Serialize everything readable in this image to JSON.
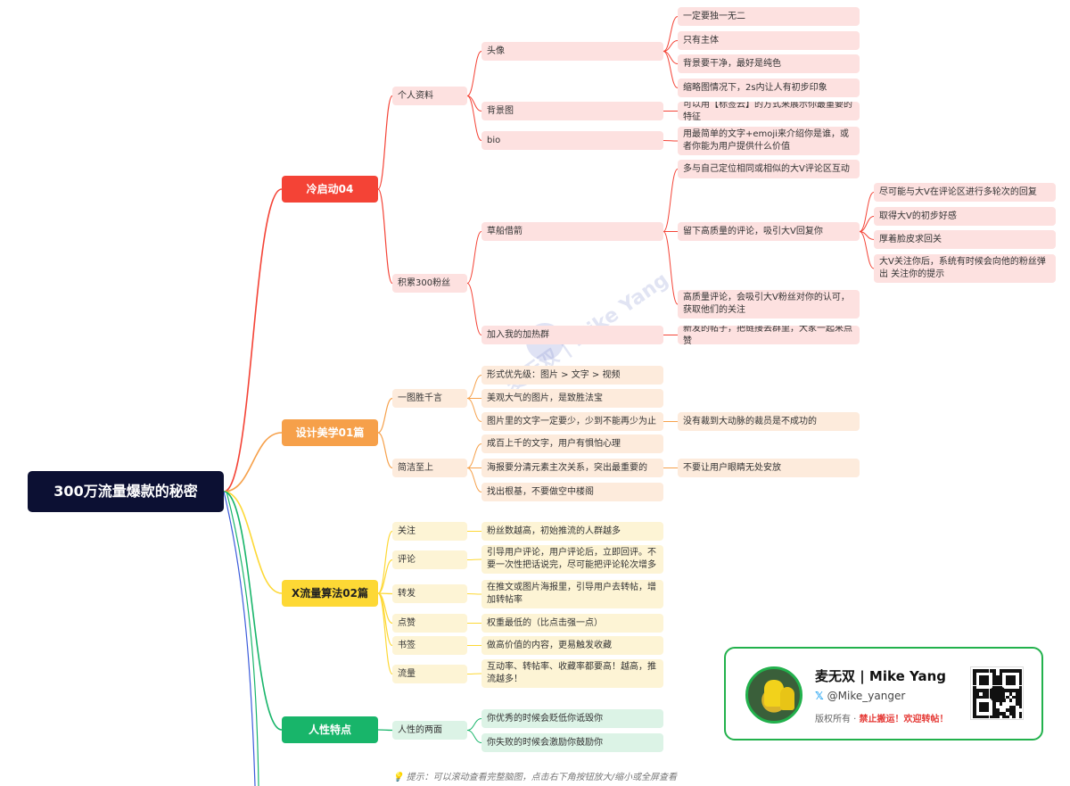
{
  "root": "300万流量爆款的秘密",
  "branches": [
    {
      "label": "冷启动04",
      "color": "#f44336",
      "children": [
        {
          "label": "个人资料",
          "children": [
            {
              "label": "头像",
              "children": [
                {
                  "label": "一定要独一无二"
                },
                {
                  "label": "只有主体"
                },
                {
                  "label": "背景要干净，最好是纯色"
                },
                {
                  "label": "缩略图情况下，2s内让人有初步印象"
                }
              ]
            },
            {
              "label": "背景图",
              "children": [
                {
                  "label": "可以用【标签云】的方式来展示你最重要的特征"
                }
              ]
            },
            {
              "label": "bio",
              "children": [
                {
                  "label": "用最简单的文字+emoji来介绍你是谁，或者你能为用户提供什么价值"
                }
              ]
            }
          ]
        },
        {
          "label": "积累300粉丝",
          "children": [
            {
              "label": "草船借箭",
              "children": [
                {
                  "label": "多与自己定位相同或相似的大V评论区互动"
                },
                {
                  "label": "留下高质量的评论，吸引大V回复你",
                  "children": [
                    {
                      "label": "尽可能与大V在评论区进行多轮次的回复"
                    },
                    {
                      "label": "取得大V的初步好感"
                    },
                    {
                      "label": "厚着脸皮求回关"
                    },
                    {
                      "label": "大V关注你后，系统有时候会向他的粉丝弹出 关注你的提示"
                    }
                  ]
                },
                {
                  "label": "高质量评论，会吸引大V粉丝对你的认可，获取他们的关注"
                }
              ]
            },
            {
              "label": "加入我的加热群",
              "children": [
                {
                  "label": "新发的帖子，把链接丢群里，大家一起来点赞"
                }
              ]
            }
          ]
        }
      ]
    },
    {
      "label": "设计美学01篇",
      "color": "#f6a04a",
      "children": [
        {
          "label": "一图胜千言",
          "children": [
            {
              "label": "形式优先级：图片 > 文字 > 视频"
            },
            {
              "label": "美观大气的图片，是致胜法宝"
            },
            {
              "label": "图片里的文字一定要少，少到不能再少为止",
              "children": [
                {
                  "label": "没有裁到大动脉的裁员是不成功的"
                }
              ]
            }
          ]
        },
        {
          "label": "简洁至上",
          "children": [
            {
              "label": "成百上千的文字，用户有惧怕心理"
            },
            {
              "label": "海报要分清元素主次关系，突出最重要的",
              "children": [
                {
                  "label": "不要让用户眼睛无处安放"
                }
              ]
            },
            {
              "label": "找出根基，不要做空中楼阁"
            }
          ]
        }
      ]
    },
    {
      "label": "X流量算法02篇",
      "color": "#fdd835",
      "children": [
        {
          "label": "关注",
          "children": [
            {
              "label": "粉丝数越高，初始推流的人群越多"
            }
          ]
        },
        {
          "label": "评论",
          "children": [
            {
              "label": "引导用户评论，用户评论后，立即回评。不要一次性把话说完，尽可能把评论轮次增多"
            }
          ]
        },
        {
          "label": "转发",
          "children": [
            {
              "label": "在推文或图片海报里，引导用户去转帖，增加转帖率"
            }
          ]
        },
        {
          "label": "点赞",
          "children": [
            {
              "label": "权重最低的（比点击强一点）"
            }
          ]
        },
        {
          "label": "书签",
          "children": [
            {
              "label": "做高价值的内容，更易触发收藏"
            }
          ]
        },
        {
          "label": "流量",
          "children": [
            {
              "label": "互动率、转帖率、收藏率都要高！越高，推流越多！"
            }
          ]
        }
      ]
    },
    {
      "label": "人性特点",
      "color": "#18b56a",
      "children": [
        {
          "label": "人性的两面",
          "children": [
            {
              "label": "你优秀的时候会贬低你诋毁你"
            },
            {
              "label": "你失败的时候会激励你鼓励你"
            }
          ]
        }
      ]
    }
  ],
  "card": {
    "name": "麦无双 | Mike Yang",
    "handle": "@Mike_yanger",
    "copyright_prefix": "版权所有 · ",
    "copyright_emphasis": "禁止搬运！欢迎转帖！",
    "brand_color": "#22b14c"
  },
  "watermark": "麦无双 | Mike Yang",
  "hint": "提示：可以滚动查看完整脑图，点击右下角按钮放大/缩小或全屏查看"
}
